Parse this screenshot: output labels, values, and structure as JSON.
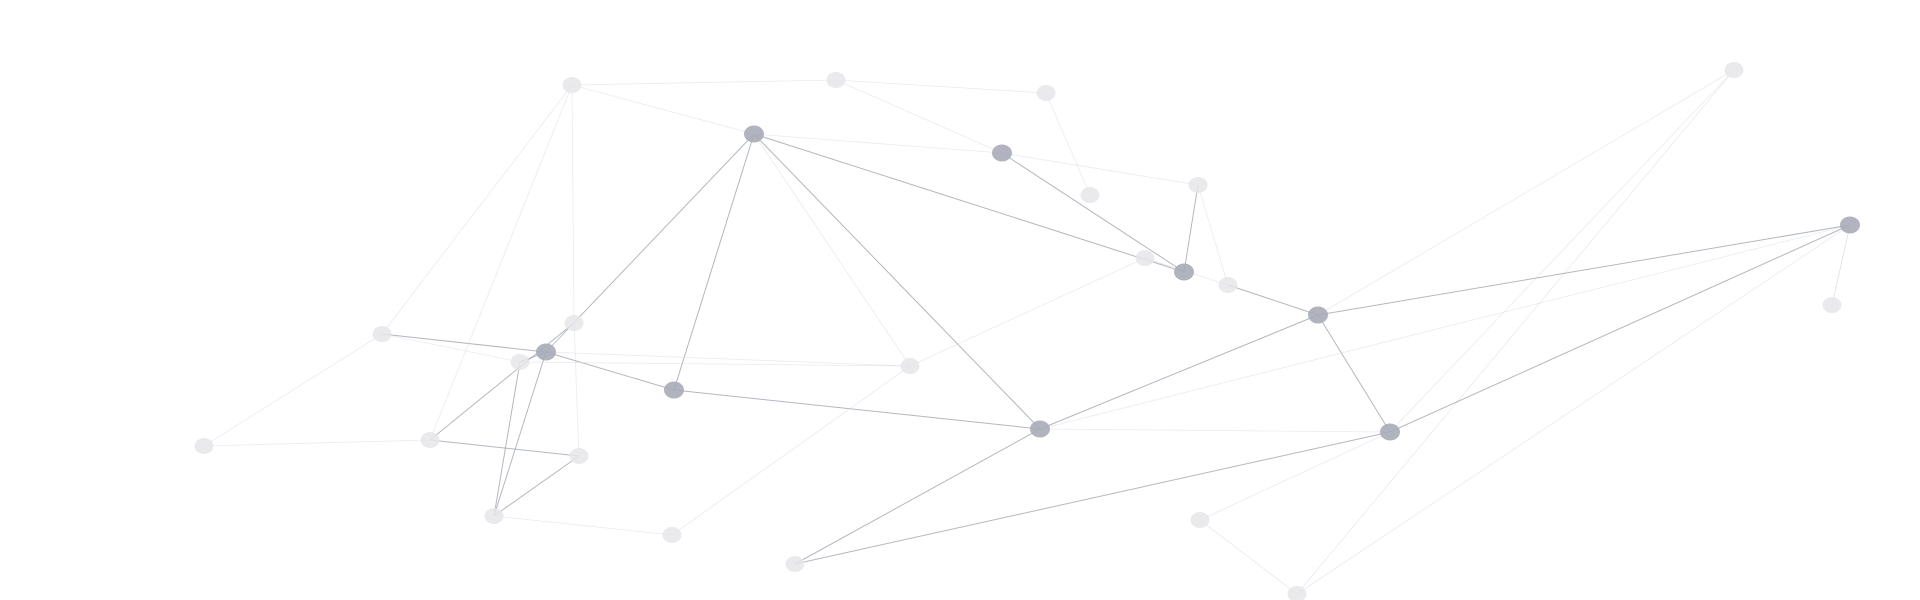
{
  "background_color": "#ffffff",
  "node_color_strong": "#a9abb8",
  "node_color_light": "#e6e6ea",
  "edge_color_strong": "#9aa0aa",
  "edge_color_light": "#d9dbe1",
  "nodes": [
    {
      "id": "n1",
      "strength": "light"
    },
    {
      "id": "n2",
      "strength": "light"
    },
    {
      "id": "n3",
      "strength": "light"
    },
    {
      "id": "n4",
      "strength": "strong"
    },
    {
      "id": "n5",
      "strength": "strong"
    },
    {
      "id": "n6",
      "strength": "light"
    },
    {
      "id": "n7",
      "strength": "light"
    },
    {
      "id": "n8",
      "strength": "strong"
    },
    {
      "id": "n9",
      "strength": "light"
    },
    {
      "id": "n10",
      "strength": "light"
    },
    {
      "id": "n11",
      "strength": "light"
    },
    {
      "id": "n12",
      "strength": "strong"
    },
    {
      "id": "n13",
      "strength": "light"
    },
    {
      "id": "n14",
      "strength": "light"
    },
    {
      "id": "n15",
      "strength": "strong"
    },
    {
      "id": "n16",
      "strength": "light"
    },
    {
      "id": "n17",
      "strength": "strong"
    },
    {
      "id": "n18",
      "strength": "light"
    },
    {
      "id": "n19",
      "strength": "strong"
    },
    {
      "id": "n20",
      "strength": "strong"
    },
    {
      "id": "n21",
      "strength": "strong"
    },
    {
      "id": "n22",
      "strength": "light"
    },
    {
      "id": "n23",
      "strength": "light"
    },
    {
      "id": "n24",
      "strength": "light"
    },
    {
      "id": "n25",
      "strength": "light"
    },
    {
      "id": "n26",
      "strength": "light"
    },
    {
      "id": "n27",
      "strength": "light"
    },
    {
      "id": "n28",
      "strength": "light"
    },
    {
      "id": "n29",
      "strength": "light"
    },
    {
      "id": "n30",
      "strength": "light"
    }
  ],
  "edges": [
    {
      "from": "n1",
      "to": "n2",
      "strength": "light"
    },
    {
      "from": "n1",
      "to": "n4",
      "strength": "light"
    },
    {
      "from": "n1",
      "to": "n14",
      "strength": "light"
    },
    {
      "from": "n1",
      "to": "n13",
      "strength": "light"
    },
    {
      "from": "n2",
      "to": "n3",
      "strength": "light"
    },
    {
      "from": "n2",
      "to": "n5",
      "strength": "light"
    },
    {
      "from": "n3",
      "to": "n7",
      "strength": "light"
    },
    {
      "from": "n4",
      "to": "n5",
      "strength": "light"
    },
    {
      "from": "n4",
      "to": "n15",
      "strength": "strong"
    },
    {
      "from": "n4",
      "to": "n17",
      "strength": "strong"
    },
    {
      "from": "n4",
      "to": "n20",
      "strength": "strong"
    },
    {
      "from": "n4",
      "to": "n8",
      "strength": "strong"
    },
    {
      "from": "n4",
      "to": "n18",
      "strength": "light"
    },
    {
      "from": "n5",
      "to": "n6",
      "strength": "light"
    },
    {
      "from": "n5",
      "to": "n8",
      "strength": "strong"
    },
    {
      "from": "n6",
      "to": "n8",
      "strength": "strong"
    },
    {
      "from": "n6",
      "to": "n9",
      "strength": "light"
    },
    {
      "from": "n8",
      "to": "n10",
      "strength": "light"
    },
    {
      "from": "n9",
      "to": "n19",
      "strength": "strong"
    },
    {
      "from": "n9",
      "to": "n10",
      "strength": "light"
    },
    {
      "from": "n11",
      "to": "n21",
      "strength": "light"
    },
    {
      "from": "n11",
      "to": "n19",
      "strength": "light"
    },
    {
      "from": "n11",
      "to": "n22",
      "strength": "light"
    },
    {
      "from": "n12",
      "to": "n19",
      "strength": "strong"
    },
    {
      "from": "n12",
      "to": "n21",
      "strength": "strong"
    },
    {
      "from": "n12",
      "to": "n22",
      "strength": "light"
    },
    {
      "from": "n12",
      "to": "n23",
      "strength": "light"
    },
    {
      "from": "n13",
      "to": "n15",
      "strength": "strong"
    },
    {
      "from": "n13",
      "to": "n16",
      "strength": "light"
    },
    {
      "from": "n13",
      "to": "n25",
      "strength": "light"
    },
    {
      "from": "n14",
      "to": "n24",
      "strength": "strong"
    },
    {
      "from": "n14",
      "to": "n15",
      "strength": "light"
    },
    {
      "from": "n14",
      "to": "n26",
      "strength": "light"
    },
    {
      "from": "n15",
      "to": "n17",
      "strength": "strong"
    },
    {
      "from": "n15",
      "to": "n16",
      "strength": "strong"
    },
    {
      "from": "n15",
      "to": "n18",
      "strength": "light"
    },
    {
      "from": "n15",
      "to": "n27",
      "strength": "strong"
    },
    {
      "from": "n16",
      "to": "n27",
      "strength": "strong"
    },
    {
      "from": "n16",
      "to": "n18",
      "strength": "light"
    },
    {
      "from": "n17",
      "to": "n20",
      "strength": "strong"
    },
    {
      "from": "n18",
      "to": "n28",
      "strength": "light"
    },
    {
      "from": "n19",
      "to": "n20",
      "strength": "strong"
    },
    {
      "from": "n19",
      "to": "n21",
      "strength": "strong"
    },
    {
      "from": "n20",
      "to": "n21",
      "strength": "light"
    },
    {
      "from": "n20",
      "to": "n29",
      "strength": "strong"
    },
    {
      "from": "n21",
      "to": "n29",
      "strength": "strong"
    },
    {
      "from": "n21",
      "to": "n30",
      "strength": "light"
    },
    {
      "from": "n22",
      "to": "n30",
      "strength": "light"
    },
    {
      "from": "n24",
      "to": "n25",
      "strength": "light"
    },
    {
      "from": "n24",
      "to": "n26",
      "strength": "strong"
    },
    {
      "from": "n26",
      "to": "n27",
      "strength": "strong"
    },
    {
      "from": "n27",
      "to": "n28",
      "strength": "light"
    },
    {
      "from": "n1",
      "to": "n24",
      "strength": "light"
    },
    {
      "from": "n10",
      "to": "n18",
      "strength": "light"
    },
    {
      "from": "n12",
      "to": "n20",
      "strength": "light"
    },
    {
      "from": "n23",
      "to": "n12",
      "strength": "light"
    }
  ]
}
